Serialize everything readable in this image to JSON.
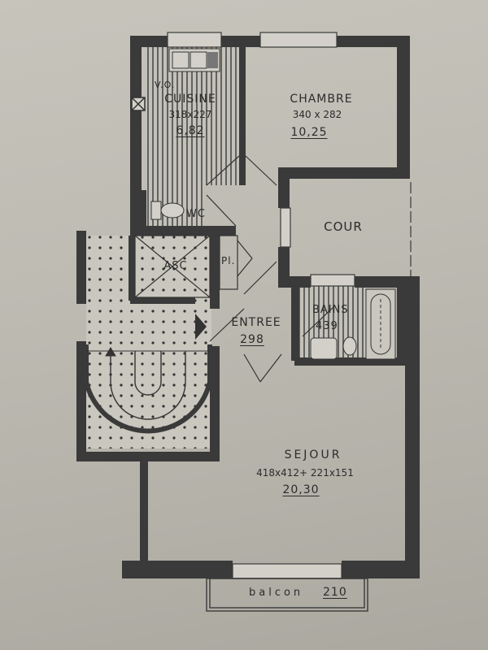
{
  "plan": {
    "colors": {
      "paper": "#bdbbb2",
      "wall": "#3a3a3a",
      "text": "#2b2b2b",
      "hatch": "#4a4a4a"
    },
    "rooms": {
      "cuisine": {
        "name": "CUISINE",
        "dims": "318x227",
        "area": "6,82",
        "vo": "V.O."
      },
      "chambre": {
        "name": "CHAMBRE",
        "dims": "340 x 282",
        "area": "10,25"
      },
      "cour": {
        "name": "COUR"
      },
      "wc": {
        "name": "WC"
      },
      "asc": {
        "name": "ASC"
      },
      "placard": {
        "name": "Pl."
      },
      "entree": {
        "name": "ENTREE",
        "area": "298"
      },
      "bains": {
        "name": "BAINS",
        "area": "439"
      },
      "sejour": {
        "name": "SEJOUR",
        "dims": "418x412+ 221x151",
        "area": "20,30"
      },
      "balcon": {
        "name": "balcon",
        "area": "210"
      }
    }
  }
}
